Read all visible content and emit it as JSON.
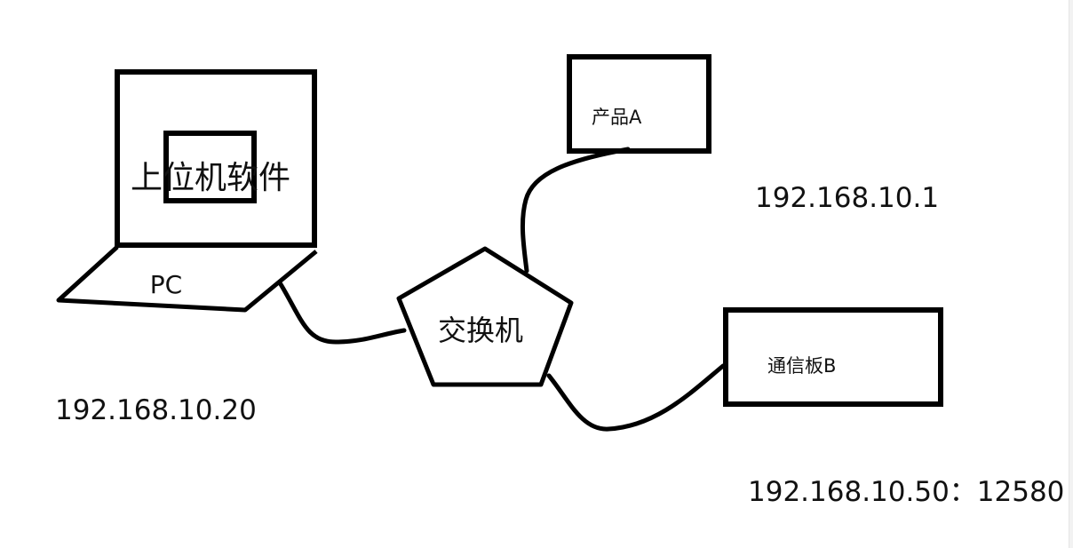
{
  "pc": {
    "screen_label": "上位机软件",
    "label": "PC",
    "ip": "192.168.10.20"
  },
  "switch": {
    "label": "交换机"
  },
  "product_a": {
    "label": "产品A",
    "ip": "192.168.10.1"
  },
  "board_b": {
    "label": "通信板B",
    "ip": "192.168.10.50：12580"
  }
}
